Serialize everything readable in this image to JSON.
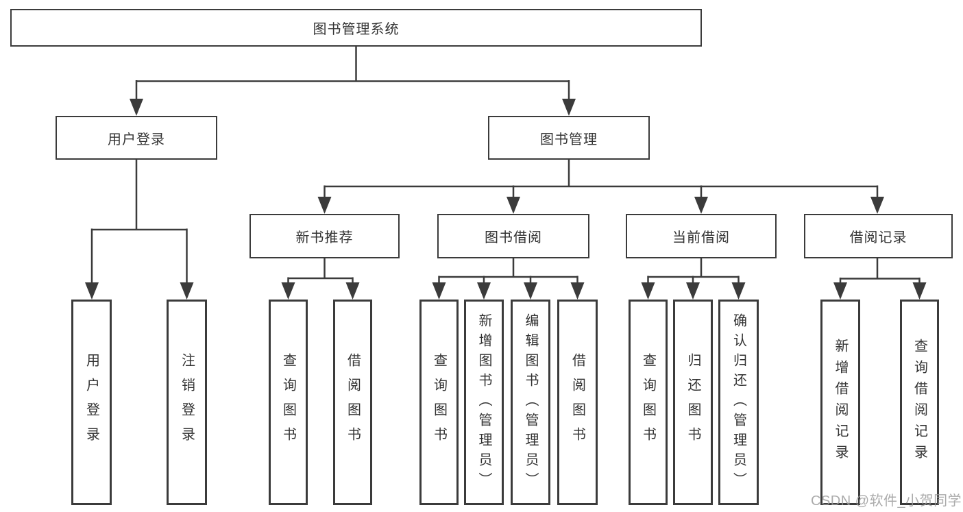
{
  "diagram": {
    "type": "tree",
    "root": {
      "label": "图书管理系统",
      "children": [
        {
          "label": "用户登录",
          "children": [
            {
              "label": "用户登录"
            },
            {
              "label": "注销登录"
            }
          ]
        },
        {
          "label": "图书管理",
          "children": [
            {
              "label": "新书推荐",
              "children": [
                {
                  "label": "查询图书"
                },
                {
                  "label": "借阅图书"
                }
              ]
            },
            {
              "label": "图书借阅",
              "children": [
                {
                  "label": "查询图书"
                },
                {
                  "label": "新增图书（管理员）"
                },
                {
                  "label": "编辑图书（管理员）"
                },
                {
                  "label": "借阅图书"
                }
              ]
            },
            {
              "label": "当前借阅",
              "children": [
                {
                  "label": "查询图书"
                },
                {
                  "label": "归还图书"
                },
                {
                  "label": "确认归还（管理员）"
                }
              ]
            },
            {
              "label": "借阅记录",
              "children": [
                {
                  "label": "新增借阅记录"
                },
                {
                  "label": "查询借阅记录"
                }
              ]
            }
          ]
        }
      ]
    }
  },
  "watermark": {
    "text": "CSDN @软件_小贺同学",
    "color": "#9d9d9d"
  },
  "colors": {
    "border": "#3b3b3b",
    "text": "#333333",
    "background": "#ffffff"
  }
}
